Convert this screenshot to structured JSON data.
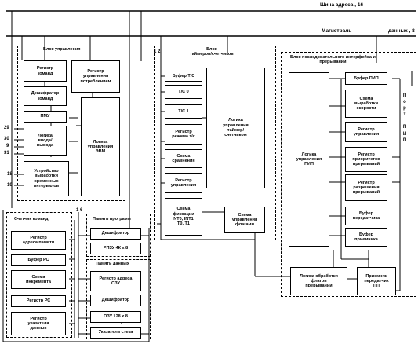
{
  "buses": {
    "address_bus": "Шина адреса , 16",
    "data_bus_left": "Магистраль",
    "data_bus_right": "данных , 8"
  },
  "groups": {
    "control_unit": "Блок управления",
    "timer_unit_num": "1 2",
    "timer_unit": "Блок\nтаймеров/счетчиков",
    "serial_unit": "Блок последовательного интерфейса и\nпрерываний",
    "command_counter": "Счетчик команд",
    "sixteen": "1 6",
    "program_memory": "Память программ",
    "data_memory": "Память данных"
  },
  "control_blocks": {
    "command_register": "Регистр\nкоманд",
    "command_decoder": "Дешифратор\nкоманд",
    "control_register": "Регистр\nуправления\nпотреблением",
    "pzu": "ПМУ",
    "io_logic": "Логика\nввода/\nвывода",
    "cpu_logic": "Логика\nуправления\nЭВМ",
    "timing_device": "Устройство\nвыработки\nвременных\nинтервалов"
  },
  "pins": {
    "p29": "29",
    "p30": "30",
    "p9": "9",
    "p31": "31",
    "p18": "18",
    "p19": "19"
  },
  "timer_blocks": {
    "buffer_tc": "Буфер Т/С",
    "tc0": "Т/С 0",
    "tc1": "Т/С 1",
    "mode_register": "Регистр\nрежима т/с",
    "compare_circuit": "Схема\nсравнения",
    "control_register": "Регистр\nуправления",
    "flags_circuit": "Схема\nфиксации\nINT0, INT1,\nT0, T1",
    "timer_logic": "Логика\nуправления\nтаймер/\nсчетчиком",
    "flags_control": "Схема\nуправления\nфлагами"
  },
  "serial_blocks": {
    "sp_logic": "Логика\nуправления\nПИП",
    "buffer_pip": "Буфер ПИП",
    "speed_circuit": "Схема\nвыработки\nскорости",
    "control_register": "Регистр\nуправления",
    "priority_register": "Регистр\nприоритетов\nпрерываний",
    "enable_register": "Регистр\nразрешения\nпрерываний",
    "tx_buffer": "Буфер\nпередатчика",
    "rx_buffer": "Буфер\nприемника",
    "interrupt_logic": "Логика обработки\nфлагов\nпрерываний",
    "transceiver": "Приемник\nпередатчик\nПП",
    "side_label": "П\nо\nр\nт\n\nП\nИ\nП"
  },
  "counter_blocks": {
    "address_register": "Регистр\nадреса памяти",
    "buffer_pc": "Буфер РС",
    "increment_circuit": "Схема\nинкремента",
    "pc_register": "Регистр РС",
    "data_pointer": "Регистр\nуказателя\nданных"
  },
  "program_memory_blocks": {
    "decoder": "Дешифратор",
    "rom": "РПЗУ 4К х 8"
  },
  "data_memory_blocks": {
    "ram_address": "Регистр адреса\nОЗУ",
    "decoder": "Дешифратор",
    "ram": "ОЗУ 128 х 8",
    "stack_pointer": "Указатель стека"
  }
}
